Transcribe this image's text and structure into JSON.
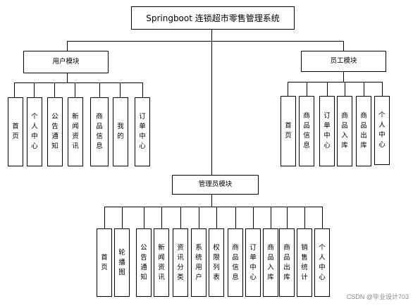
{
  "title": "Springboot 连锁超市零售管理系统",
  "modules": {
    "user": {
      "label": "用户模块",
      "items": [
        "首页",
        "个人中心",
        "公告通知",
        "新闻资讯",
        "商品信息",
        "我的",
        "订单中心"
      ]
    },
    "staff": {
      "label": "员工模块",
      "items": [
        "首页",
        "商品信息",
        "订单中心",
        "商品入库",
        "商品出库",
        "个人中心"
      ]
    },
    "admin": {
      "label": "管理员模块",
      "items": [
        "首页",
        "轮播图",
        "公告通知",
        "新闻资讯",
        "资讯分类",
        "系统用户",
        "权限列表",
        "商品信息",
        "订单中心",
        "商品入库",
        "商品出库",
        "销售统计",
        "个人中心"
      ]
    }
  },
  "watermark": "CSDN @毕业设计703"
}
